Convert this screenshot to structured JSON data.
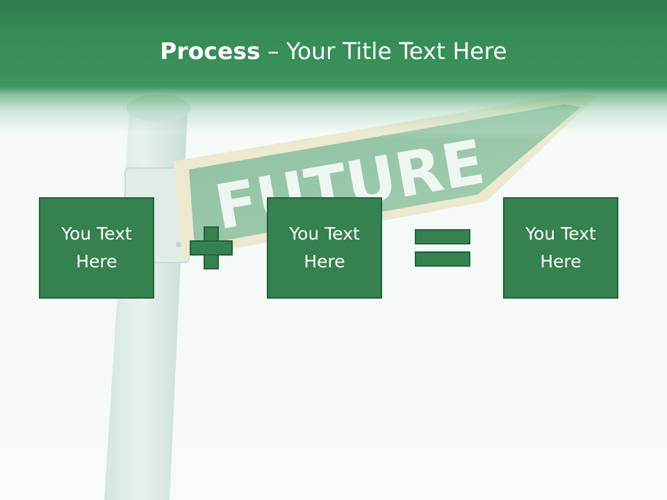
{
  "slide": {
    "title_bold": "Process",
    "title_rest": " – Your Title Text Here",
    "background_sign_text": "FUTURE"
  },
  "boxes": [
    {
      "text": "You Text Here"
    },
    {
      "text": "You Text Here"
    },
    {
      "text": "You Text Here"
    }
  ],
  "operators": {
    "first": "plus",
    "second": "equals"
  },
  "colors": {
    "header_green": "#368b55",
    "box_fill": "#35814f",
    "box_border": "#24613a",
    "text": "#ffffff"
  }
}
